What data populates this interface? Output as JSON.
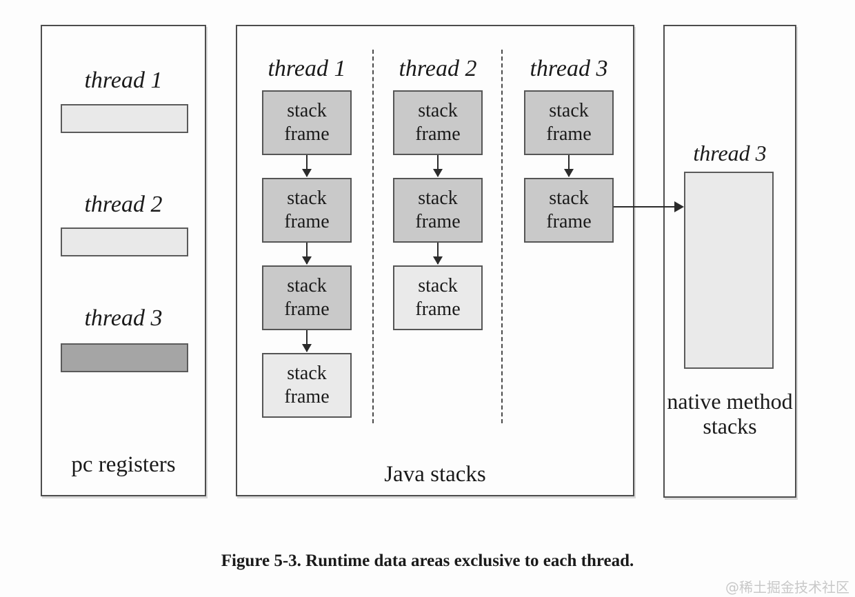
{
  "figure": {
    "caption": "Figure 5-3. Runtime data areas exclusive to each thread.",
    "watermark": "@稀土掘金技术社区"
  },
  "pc_registers": {
    "label": "pc registers",
    "threads": [
      {
        "label": "thread 1",
        "shade": "light"
      },
      {
        "label": "thread 2",
        "shade": "light"
      },
      {
        "label": "thread 3",
        "shade": "dark"
      }
    ]
  },
  "java_stacks": {
    "label": "Java stacks",
    "frame_label": "stack frame",
    "columns": [
      {
        "label": "thread 1",
        "frames": [
          "dark",
          "dark",
          "dark",
          "light"
        ]
      },
      {
        "label": "thread 2",
        "frames": [
          "dark",
          "dark",
          "light"
        ]
      },
      {
        "label": "thread 3",
        "frames": [
          "dark",
          "dark"
        ]
      }
    ]
  },
  "native_method_stacks": {
    "label": "native method stacks",
    "thread_label": "thread 3"
  },
  "colors": {
    "frame_dark": "#c9c9c9",
    "frame_light": "#eaeaea",
    "bar_light": "#e9e9e9",
    "bar_dark": "#a5a5a5",
    "border": "#4d4d4d",
    "line": "#2b2b2b",
    "watermark": "#c8c8c8"
  }
}
